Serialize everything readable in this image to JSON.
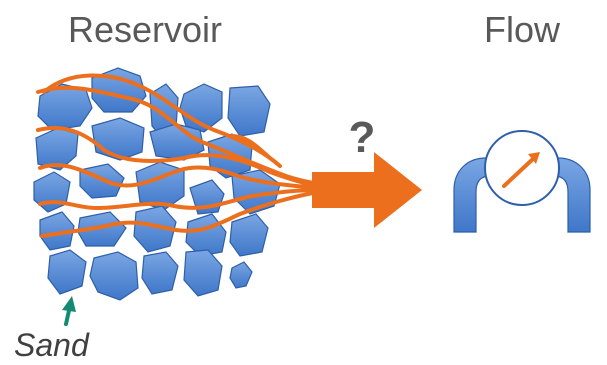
{
  "labels": {
    "reservoir": "Reservoir",
    "flow": "Flow",
    "question": "?",
    "sand": "Sand"
  },
  "colors": {
    "grain_fill": "#5b8fd6",
    "grain_stroke": "#2e5fa8",
    "flow_orange": "#ec6f1d",
    "meter_blue": "#5b8fd6",
    "text_gray": "#595959",
    "sand_arrow_green": "#138a72"
  },
  "icons": {
    "flow_arrow": "right-arrow-icon",
    "meter": "flow-meter-icon",
    "sand_pointer": "up-arrow-icon"
  }
}
